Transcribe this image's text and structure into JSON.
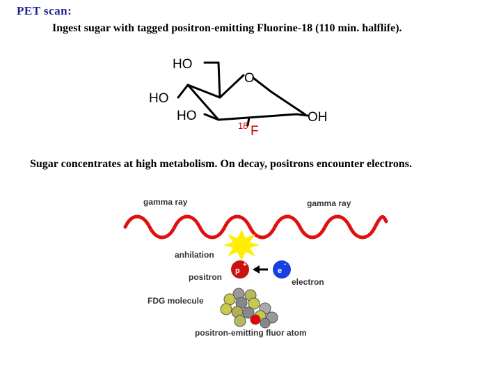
{
  "slide": {
    "title": "PET scan:",
    "line1": "Ingest sugar with tagged positron-emitting Fluorine-18  (110 min. halflife).",
    "line2": "Sugar concentrates at high metabolism.  On decay, positrons encounter electrons."
  },
  "molecule": {
    "labels": [
      "HO",
      "HO",
      "HO",
      "O",
      "OH"
    ],
    "isotope_mass": "18",
    "isotope_symbol": "F"
  },
  "diagram": {
    "gamma_left": "gamma ray",
    "gamma_right": "gamma ray",
    "annihilation": "anhilation",
    "positron": "positron",
    "electron": "electron",
    "fdg": "FDG molecule",
    "fluor": "positron-emitting fluor atom",
    "p_symbol": "p",
    "p_charge": "+",
    "e_symbol": "e",
    "e_charge": "-"
  },
  "colors": {
    "title": "#1f1f8f",
    "wave": "#e01010",
    "flash": "#ffee00",
    "positron": "#cc1111",
    "electron": "#1a3fe0",
    "fluor_atom": "#ee0000"
  }
}
